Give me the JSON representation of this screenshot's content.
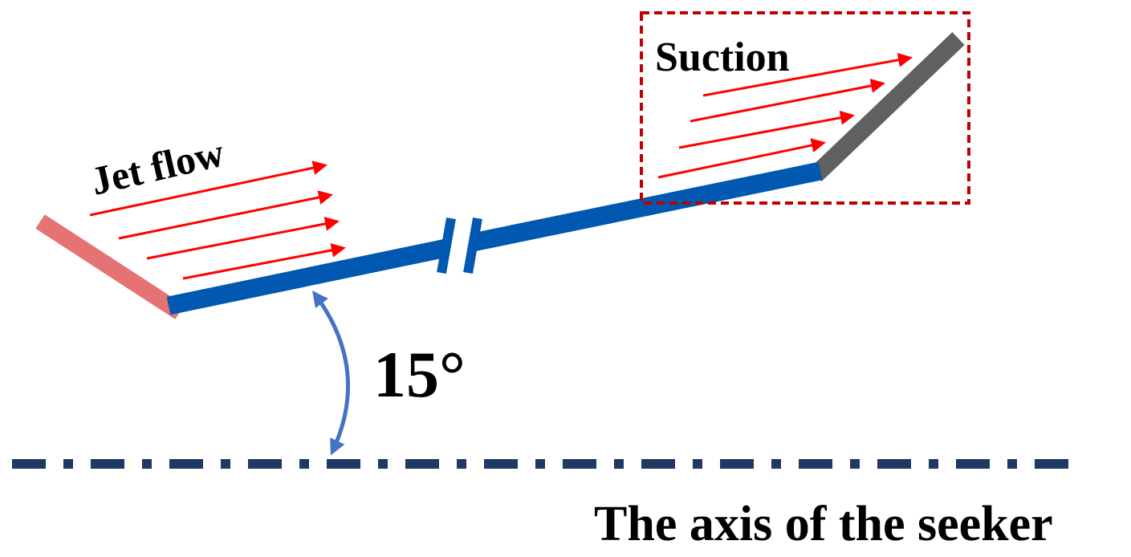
{
  "labels": {
    "jet_flow": "Jet flow",
    "suction": "Suction",
    "angle": "15°",
    "axis": "The axis of the seeker"
  },
  "colors": {
    "plate": "#0058b0",
    "flap_front": "#e57373",
    "flap_rear": "#5f6160",
    "flow_arrows": "#ff0000",
    "suction_box": "#c00000",
    "angle_arrow": "#4472c4",
    "axis_line": "#1f3864"
  }
}
